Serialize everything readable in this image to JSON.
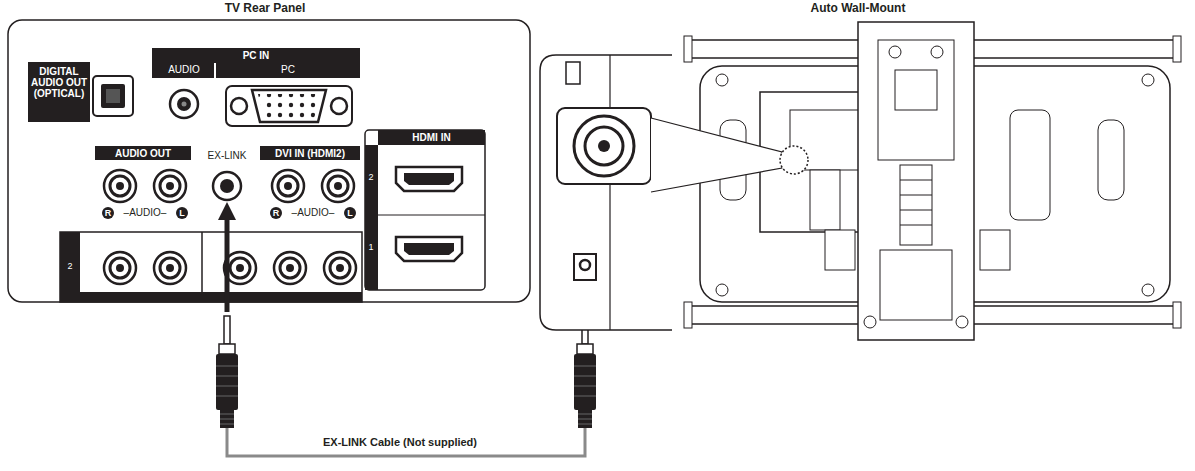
{
  "diagram": {
    "nodes": [
      {
        "text": [
          "PC IN"
        ]
      },
      {
        "text": [
          "AUDIO OUT"
        ]
      },
      {
        "text": [
          "DVI IN (HDMI2)"
        ]
      },
      {
        "text": [
          "HDMI IN"
        ]
      }
    ],
    "labels": [
      "TV Rear Panel",
      "Auto Wall-Mount",
      "DIGITAL AUDIO OUT (OPTICAL)",
      "AUDIO",
      "PC",
      "EX-LINK",
      "R",
      "–AUDIO–",
      "L",
      "R",
      "–AUDIO–",
      "L",
      "2",
      "1",
      "2",
      "EX-LINK Cable (Not supplied)"
    ]
  }
}
